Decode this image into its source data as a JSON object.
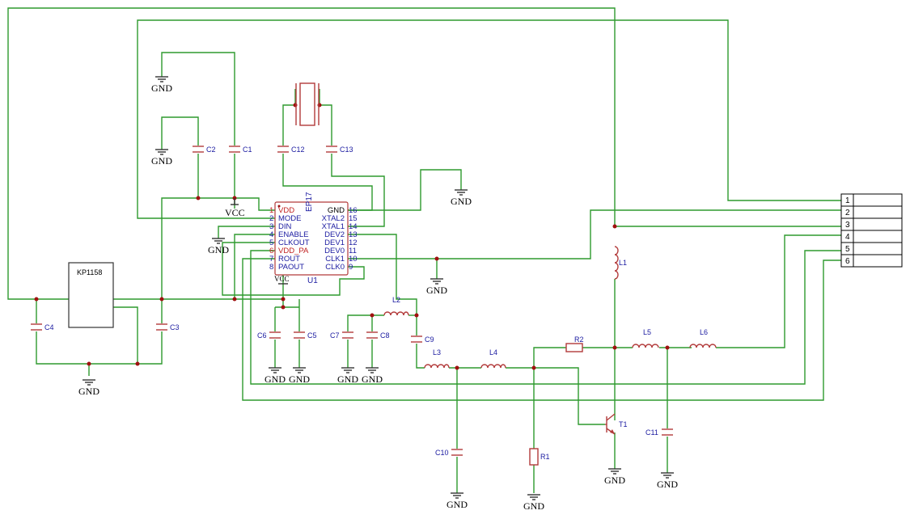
{
  "u1": {
    "ref": "U1",
    "value": "EP17",
    "left_pins": [
      {
        "num": "1",
        "name": "VDD",
        "color": "#c02020"
      },
      {
        "num": "2",
        "name": "MODE",
        "color": "#1a1aa0"
      },
      {
        "num": "3",
        "name": "DIN",
        "color": "#1a1aa0"
      },
      {
        "num": "4",
        "name": "ENABLE",
        "color": "#1a1aa0"
      },
      {
        "num": "5",
        "name": "CLKOUT",
        "color": "#1a1aa0"
      },
      {
        "num": "6",
        "name": "VDD_PA",
        "color": "#c02020"
      },
      {
        "num": "7",
        "name": "ROUT",
        "color": "#1a1aa0"
      },
      {
        "num": "8",
        "name": "PAOUT",
        "color": "#1a1aa0"
      }
    ],
    "right_pins": [
      {
        "num": "16",
        "name": "GND",
        "color": "#000000"
      },
      {
        "num": "15",
        "name": "XTAL2",
        "color": "#1a1aa0"
      },
      {
        "num": "14",
        "name": "XTAL1",
        "color": "#1a1aa0"
      },
      {
        "num": "13",
        "name": "DEV2",
        "color": "#1a1aa0"
      },
      {
        "num": "12",
        "name": "DEV1",
        "color": "#1a1aa0"
      },
      {
        "num": "11",
        "name": "DEV0",
        "color": "#1a1aa0"
      },
      {
        "num": "10",
        "name": "CLK1",
        "color": "#1a1aa0"
      },
      {
        "num": "9",
        "name": "CLK0",
        "color": "#1a1aa0"
      }
    ]
  },
  "kp": {
    "label": "KP1158"
  },
  "vcc_label": "VCC",
  "gnd_label": "GND",
  "capacitors": {
    "c1": "C1",
    "c2": "C2",
    "c3": "C3",
    "c4": "C4",
    "c5": "C5",
    "c6": "C6",
    "c7": "C7",
    "c8": "C8",
    "c9": "C9",
    "c10": "C10",
    "c11": "C11",
    "c12": "C12",
    "c13": "C13"
  },
  "inductors": {
    "l1": "L1",
    "l2": "L2",
    "l3": "L3",
    "l4": "L4",
    "l5": "L5",
    "l6": "L6"
  },
  "resistors": {
    "r1": "R1",
    "r2": "R2"
  },
  "transistor": {
    "t1": "T1"
  },
  "connector": {
    "pins": [
      "1",
      "2",
      "3",
      "4",
      "5",
      "6"
    ]
  }
}
